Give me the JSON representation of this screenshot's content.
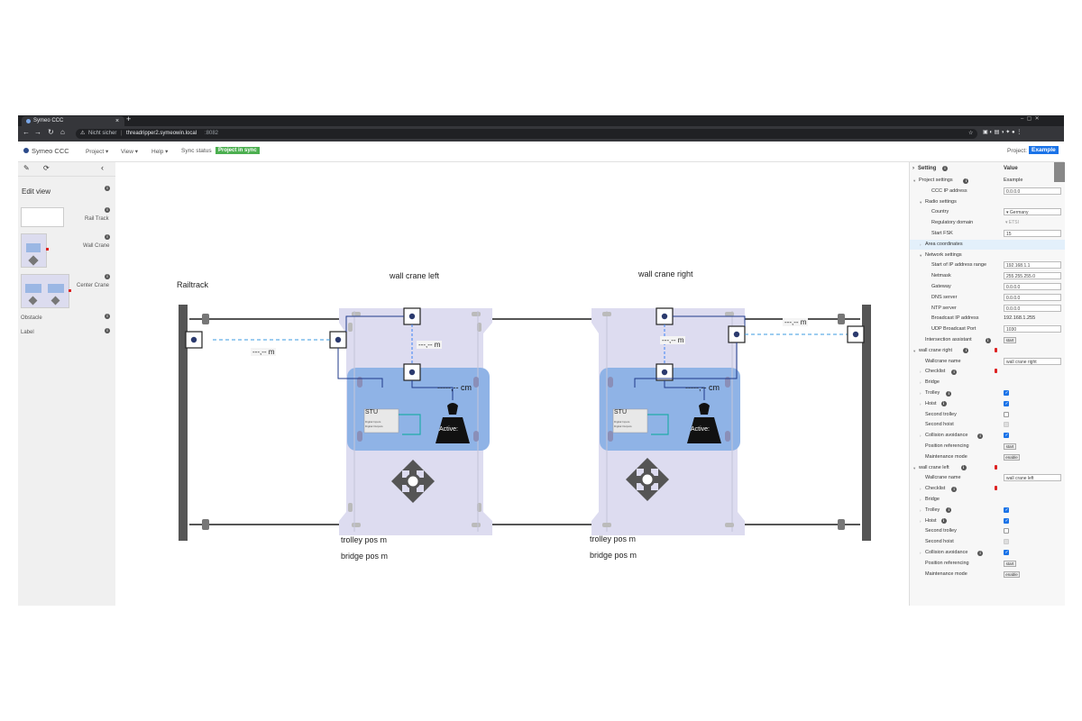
{
  "browser": {
    "tab_title": "Symeo CCC",
    "security_label": "Nicht sicher",
    "url_host": "threadripper2.symeowin.local",
    "url_port": ":8082"
  },
  "app": {
    "brand": "Symeo CCC",
    "menus": [
      "Project ▾",
      "View ▾",
      "Help ▾"
    ],
    "sync_label": "Sync status",
    "sync_badge": "Project in sync",
    "project_label": "Project:",
    "project_name": "Example"
  },
  "left_panel": {
    "title": "Edit view",
    "items": [
      {
        "label": "Rail Track"
      },
      {
        "label": "Wall Crane"
      },
      {
        "label": "Center Crane"
      },
      {
        "label": "Obstacle"
      },
      {
        "label": "Label"
      }
    ]
  },
  "canvas": {
    "railtrack_label": "Railtrack",
    "crane_left": {
      "title": "wall crane left",
      "dist_rail": "---,-- m",
      "dist_trolley": "---,-- m",
      "hook": "-----,-- cm",
      "stu_title": "STU",
      "stu_sub1": "Digital Inputs",
      "stu_sub2": "Digital Outputs",
      "active": "Active:",
      "trolley_pos": "trolley pos m",
      "bridge_pos": "bridge pos m"
    },
    "crane_right": {
      "title": "wall crane right",
      "dist_rail": "---,-- m",
      "dist_trolley": "---,-- m",
      "hook": "-----,-- cm",
      "stu_title": "STU",
      "stu_sub1": "Digital Inputs",
      "stu_sub2": "Digital Outputs",
      "active": "Active:",
      "trolley_pos": "trolley pos m",
      "bridge_pos": "bridge pos m"
    }
  },
  "properties": {
    "col_setting": "Setting",
    "col_value": "Value",
    "rows": [
      {
        "label": "Project settings",
        "indent": 0,
        "caret": "open",
        "info": true,
        "text": "Example"
      },
      {
        "label": "CCC IP address",
        "indent": 2,
        "input": "0.0.0.0"
      },
      {
        "label": "Radio settings",
        "indent": 1,
        "caret": "open"
      },
      {
        "label": "Country",
        "indent": 2,
        "select": "Germany"
      },
      {
        "label": "Regulatory domain",
        "indent": 2,
        "select": "ETSI"
      },
      {
        "label": "Start FSK",
        "indent": 2,
        "input": "15"
      },
      {
        "label": "Area coordinates",
        "indent": 1,
        "caret": "closed",
        "highlight": true
      },
      {
        "label": "Network settings",
        "indent": 1,
        "caret": "open"
      },
      {
        "label": "Start of IP address range",
        "indent": 2,
        "input": "192.168.1.1"
      },
      {
        "label": "Netmask",
        "indent": 2,
        "input": "255.255.255.0"
      },
      {
        "label": "Gateway",
        "indent": 2,
        "input": "0.0.0.0"
      },
      {
        "label": "DNS server",
        "indent": 2,
        "input": "0.0.0.0"
      },
      {
        "label": "NTP server",
        "indent": 2,
        "input": "0.0.0.0"
      },
      {
        "label": "Broadcast IP address",
        "indent": 2,
        "text": "192.168.1.255"
      },
      {
        "label": "UDP Broadcast Port",
        "indent": 2,
        "input": "1030"
      },
      {
        "label": "Intersection assistant",
        "indent": 1,
        "info": true,
        "button": "start"
      },
      {
        "label": "wall crane right",
        "indent": 0,
        "caret": "open",
        "info": true,
        "red": true
      },
      {
        "label": "Wallcrane name",
        "indent": 1,
        "input": "wall crane right"
      },
      {
        "label": "Checklist",
        "indent": 1,
        "caret": "closed",
        "info": true,
        "red": true
      },
      {
        "label": "Bridge",
        "indent": 1,
        "caret": "closed"
      },
      {
        "label": "Trolley",
        "indent": 1,
        "caret": "closed",
        "info": true,
        "check": "on"
      },
      {
        "label": "Hoist",
        "indent": 1,
        "caret": "closed",
        "info": true,
        "check": "on"
      },
      {
        "label": "Second trolley",
        "indent": 1,
        "check": "off"
      },
      {
        "label": "Second hoist",
        "indent": 1,
        "check": "dim"
      },
      {
        "label": "Collision avoidance",
        "indent": 1,
        "caret": "closed",
        "info": true,
        "check": "on"
      },
      {
        "label": "Position referencing",
        "indent": 1,
        "button": "start"
      },
      {
        "label": "Maintenance mode",
        "indent": 1,
        "button": "enable"
      },
      {
        "label": "wall crane left",
        "indent": 0,
        "caret": "open",
        "info": true,
        "red": true
      },
      {
        "label": "Wallcrane name",
        "indent": 1,
        "input": "wall crane left"
      },
      {
        "label": "Checklist",
        "indent": 1,
        "caret": "closed",
        "info": true,
        "red": true
      },
      {
        "label": "Bridge",
        "indent": 1,
        "caret": "closed"
      },
      {
        "label": "Trolley",
        "indent": 1,
        "caret": "closed",
        "info": true,
        "check": "on"
      },
      {
        "label": "Hoist",
        "indent": 1,
        "caret": "closed",
        "info": true,
        "check": "on"
      },
      {
        "label": "Second trolley",
        "indent": 1,
        "check": "off"
      },
      {
        "label": "Second hoist",
        "indent": 1,
        "check": "dim"
      },
      {
        "label": "Collision avoidance",
        "indent": 1,
        "caret": "closed",
        "info": true,
        "check": "on"
      },
      {
        "label": "Position referencing",
        "indent": 1,
        "button": "start"
      },
      {
        "label": "Maintenance mode",
        "indent": 1,
        "button": "enable"
      }
    ]
  },
  "colors": {
    "accent": "#1a73e8",
    "sync_green": "#4caf50",
    "crane_frame": "#d8d6ee",
    "trolley_blue": "#8fb3e6",
    "rail_dark": "#555555"
  }
}
